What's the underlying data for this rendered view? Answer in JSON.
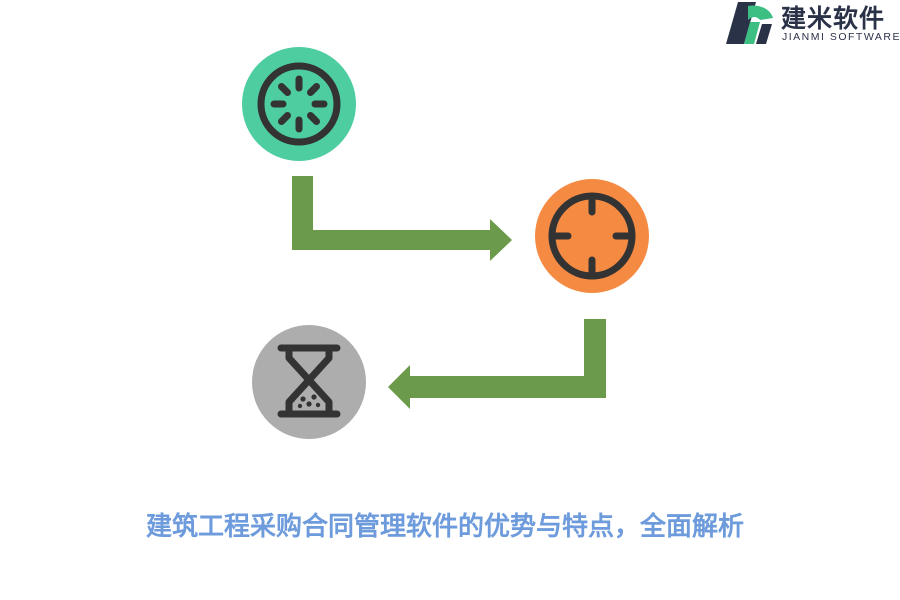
{
  "logo": {
    "cn_text": "建米软件",
    "en_text": "JIANMI SOFTWARE",
    "colors": {
      "dark": "#2a3248",
      "green": "#3dbf84"
    }
  },
  "diagram": {
    "nodes": [
      {
        "icon": "loading-spinner-icon",
        "color": "#4ecda0"
      },
      {
        "icon": "crosshair-target-icon",
        "color": "#f58a42"
      },
      {
        "icon": "hourglass-icon",
        "color": "#adadad"
      }
    ],
    "arrow_color": "#6a9a4a",
    "icon_stroke_color": "#333333"
  },
  "caption": "建筑工程采购合同管理软件的优势与特点，全面解析"
}
